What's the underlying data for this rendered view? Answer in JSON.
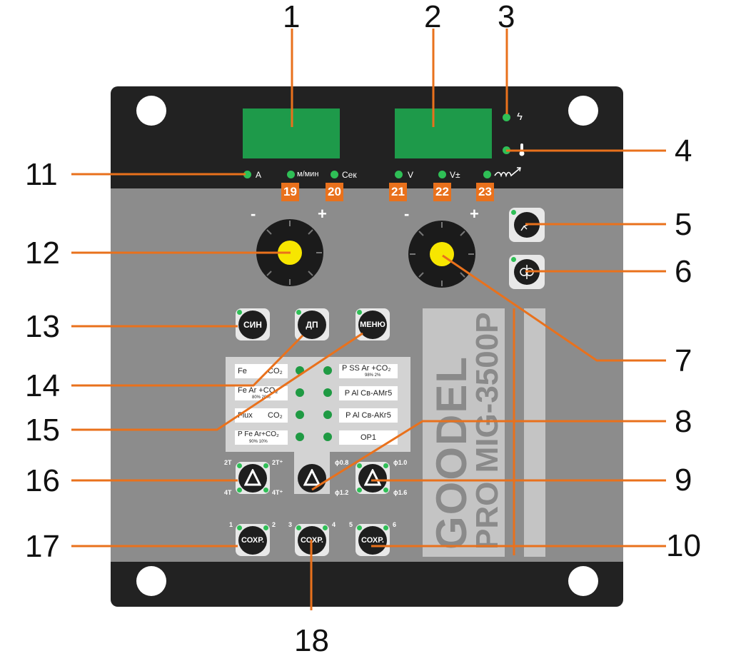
{
  "callouts": [
    "1",
    "2",
    "3",
    "4",
    "5",
    "6",
    "7",
    "8",
    "9",
    "10",
    "11",
    "12",
    "13",
    "14",
    "15",
    "16",
    "17",
    "18"
  ],
  "indicators": {
    "power_icon": "lightning-icon",
    "temp_icon": "thermometer-icon",
    "units": [
      "A",
      "м/мин",
      "Сек",
      "V",
      "V±"
    ],
    "inductance_icon": "inductance-wave-icon"
  },
  "parameter_numbers": [
    "19",
    "20",
    "21",
    "22",
    "23"
  ],
  "knob_signs": {
    "minus": "-",
    "plus": "+"
  },
  "buttons": {
    "syn": "СИН",
    "dp": "ДП",
    "menu": "МЕНЮ",
    "save": "СОХР."
  },
  "side_icons": [
    "torch-icon",
    "wire-spool-icon"
  ],
  "program_table": {
    "left": [
      {
        "main": "Fe",
        "gas": "CO₂",
        "mix": ""
      },
      {
        "main": "Fe Ar +CO₂",
        "gas": "",
        "mix": "80%  20%"
      },
      {
        "main": "Flux",
        "gas": "CO₂",
        "mix": ""
      },
      {
        "main": "P Fe Ar+CO₂",
        "gas": "",
        "mix": "90%  10%"
      }
    ],
    "right": [
      {
        "main": "P SS Ar +CO₂",
        "mix": "98%  2%"
      },
      {
        "main": "P Al Св-АМг5",
        "mix": ""
      },
      {
        "main": "P Al Св-АКг5",
        "mix": ""
      },
      {
        "main": "OP1",
        "mix": ""
      }
    ]
  },
  "mode_labels": {
    "tl": "2T",
    "tr": "2T⁺",
    "bl": "4T",
    "br": "4T⁺"
  },
  "wire_labels": {
    "tl": "ϕ0.8",
    "tr": "ϕ1.0",
    "bl": "ϕ1.2",
    "br": "ϕ1.6"
  },
  "save_labels": [
    "1",
    "2",
    "3",
    "4",
    "5",
    "6"
  ],
  "brand": {
    "line1": "GOODEL",
    "line2": "PRO MIG-3500P"
  },
  "colors": {
    "panel": "#222222",
    "face": "#8c8c8c",
    "display": "#1e9a4a",
    "accent": "#e9711c",
    "knob": "#f7e600",
    "led": "#2fbf56"
  }
}
